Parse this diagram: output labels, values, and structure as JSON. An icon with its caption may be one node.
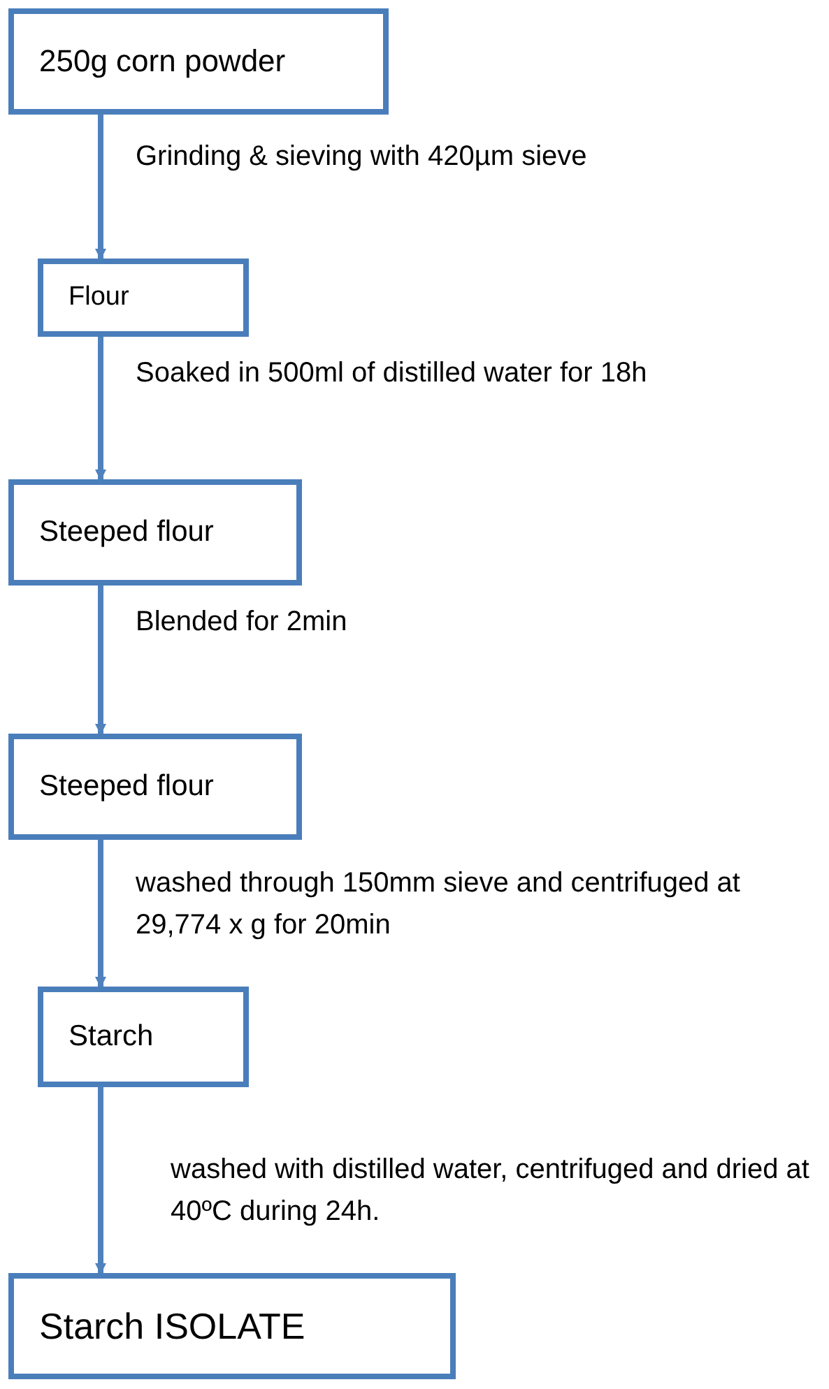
{
  "diagram": {
    "nodes": [
      {
        "text": [
          "250g corn powder"
        ]
      },
      {
        "text": [
          "Flour"
        ]
      },
      {
        "text": [
          "Steeped flour"
        ]
      },
      {
        "text": [
          "Steeped flour"
        ]
      },
      {
        "text": [
          "Starch"
        ]
      },
      {
        "text": [
          "Starch ISOLATE"
        ]
      }
    ],
    "edges": [
      {
        "from": 0,
        "to": 1,
        "arrow": "to",
        "label": "Grinding & sieving with 420µm sieve"
      },
      {
        "from": 1,
        "to": 2,
        "arrow": "to",
        "label": "Soaked in 500ml of distilled water for 18h"
      },
      {
        "from": 2,
        "to": 3,
        "arrow": "to",
        "label": "Blended for 2min"
      },
      {
        "from": 3,
        "to": 4,
        "arrow": "to",
        "label": "washed through 150mm sieve and centrifuged at 29,774 x g for 20min"
      },
      {
        "from": 4,
        "to": 5,
        "arrow": "to",
        "label": "washed with distilled water, centrifuged and dried at 40ºC during 24h."
      }
    ]
  }
}
